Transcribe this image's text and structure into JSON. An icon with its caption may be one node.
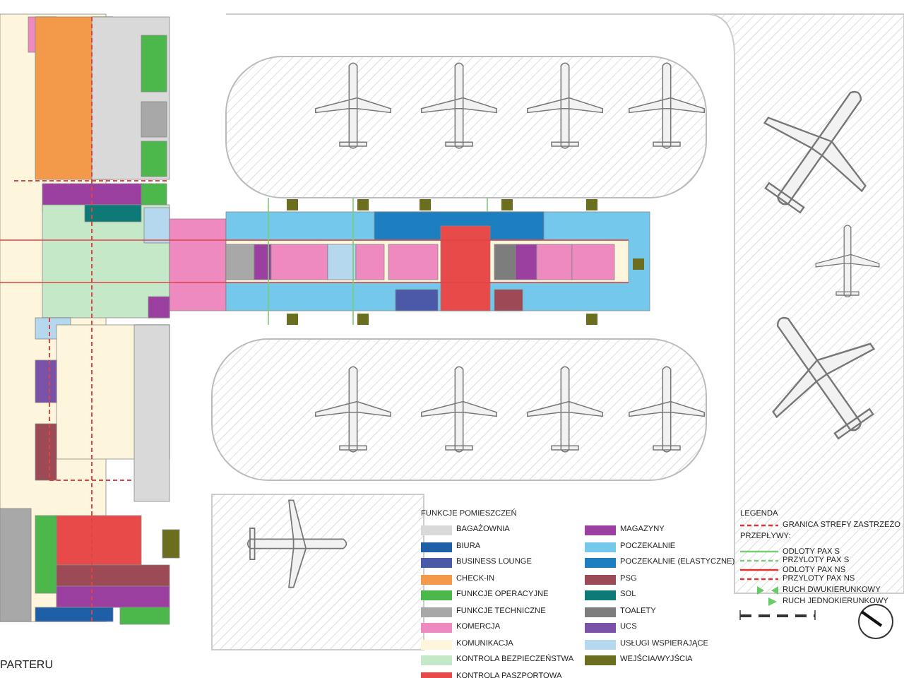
{
  "diagram": {
    "labels": [
      "PARTERU",
      "FUNKCJE POMIESZCZEŃ",
      "LEGENDA",
      "PRZEPŁYWY:"
    ],
    "legend": [
      {
        "text": "BAGAŻOWNIA",
        "color": "#d9d9d9"
      },
      {
        "text": "BIURA",
        "color": "#1f5fa8"
      },
      {
        "text": "BUSINESS LOUNGE",
        "color": "#4a5aa8"
      },
      {
        "text": "CHECK-IN",
        "color": "#f39a4a"
      },
      {
        "text": "FUNKCJE OPERACYJNE",
        "color": "#4cb84c"
      },
      {
        "text": "FUNKCJE TECHNICZNE",
        "color": "#a8a8a8"
      },
      {
        "text": "KOMERCJA",
        "color": "#ee8ac0"
      },
      {
        "text": "KOMUNIKACJA",
        "color": "#fdf6dc"
      },
      {
        "text": "KONTROLA BEZPIECZEŃSTWA",
        "color": "#c5e8c8"
      },
      {
        "text": "KONTROLA PASZPORTOWA",
        "color": "#e84a4a"
      },
      {
        "text": "MAGAZYNY",
        "color": "#9b3fa0"
      },
      {
        "text": "POCZEKALNIE",
        "color": "#74c8ec"
      },
      {
        "text": "POCZEKALNIE (ELASTYCZNE)",
        "color": "#1e7fc0"
      },
      {
        "text": "PSG",
        "color": "#9c4a55"
      },
      {
        "text": "SOL",
        "color": "#0e7a78"
      },
      {
        "text": "TOALETY",
        "color": "#7d7d7d"
      },
      {
        "text": "UCS",
        "color": "#7a52a8"
      },
      {
        "text": "USŁUGI WSPIERAJĄCE",
        "color": "#b5d8ef"
      },
      {
        "text": "WEJŚCIA/WYJŚCIA",
        "color": "#6b6e1e"
      },
      {
        "text": "GRANICA STREFY ZASTRZEŻO"
      },
      {
        "text": "ODLOTY PAX S"
      },
      {
        "text": "PRZYLOTY PAX S"
      },
      {
        "text": "ODLOTY PAX NS"
      },
      {
        "text": "PRZYLOTY PAX NS"
      },
      {
        "text": "RUCH DWUKIERUNKOWY"
      },
      {
        "text": "RUCH JEDNOKIERUNKOWY"
      }
    ]
  }
}
